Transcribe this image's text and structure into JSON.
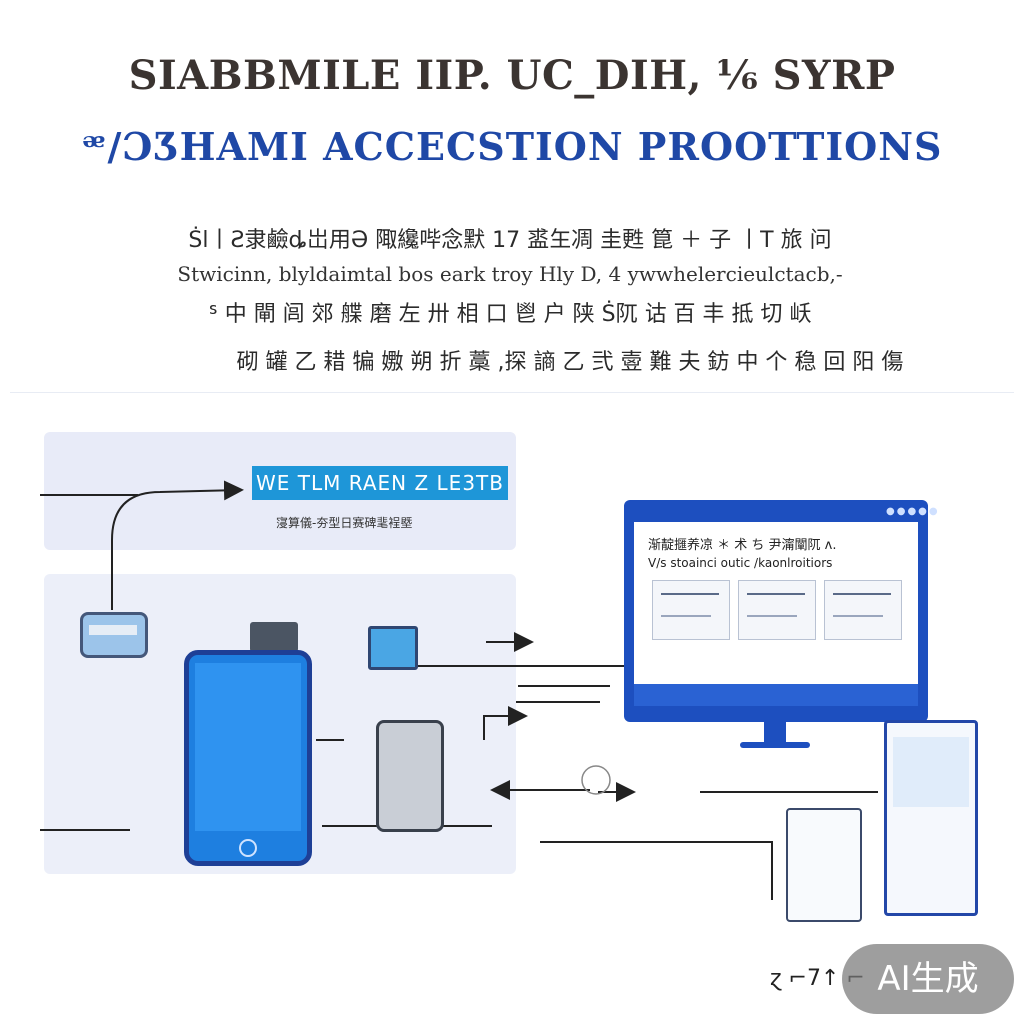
{
  "header": {
    "title_line1": "SIABBMILE IIP. UC_DIH, ⅙ SYRP",
    "title_line2": "ᵆ/ƆƷHAMI ACCECSTION PROOTTIONS",
    "subtitle_lines": [
      "Ṡl丨Ƨ隶鹼ȡ岀用Ə 陬纔哔念默 17 盚玍凋 圭甦 箟 ＋ 子 丨T 旅 问",
      "Stwicinn, blyldaimtal bos eark troy Hly D, 4 ywwhelercieulctacb,-",
      "ᔆ 中 閘 闾 郊 艓 磨 左 卅 相 口 鬯 户 陕 Ṡ阢 诂 百 丰 抵 切 岆",
      "砌 罐 乙 耤 犏 嫐 朔 折 藁 ,探 謪 乙 弐 㚃 難 夫 鈁 中 个 稳 回 阳 傷"
    ]
  },
  "diagram": {
    "badge_label": "WE TLM RAEN Z LE3TB",
    "badge_subtext": "寖算儀-夯型日赛碑靟裎塈",
    "monitor": {
      "title": "渐靛擓养凉 ＊ 术 ち 尹澝闡阢 ʌ.",
      "subtitle": "V/s stoainci outic /kaonlroitiors",
      "cards": 3
    },
    "bottom_label": "ɀ ⌐7↑ ⌐"
  },
  "watermark": {
    "label": "AI生成"
  },
  "colors": {
    "primary_blue": "#1d4fbf",
    "accent_blue": "#1e96d8",
    "title_dark": "#3b3431",
    "panel_bg": "#eceff9"
  }
}
